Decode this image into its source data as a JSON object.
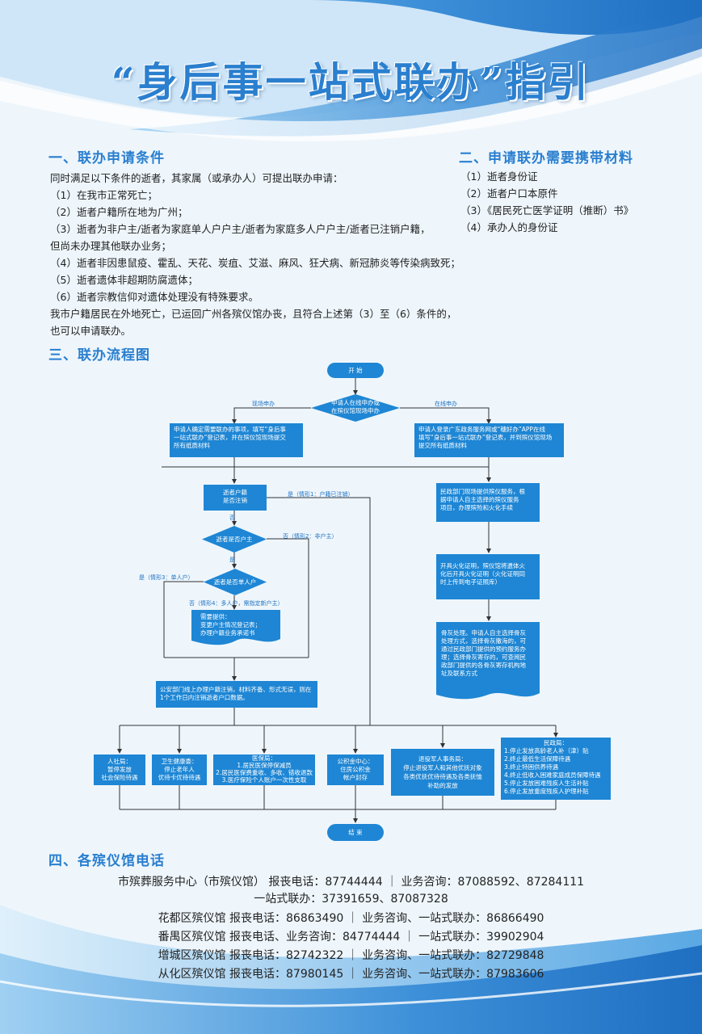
{
  "title": "“身后事一站式联办”指引",
  "colors": {
    "accent": "#2a7fcf",
    "node": "#1e86d4",
    "line": "#333333"
  },
  "sections": {
    "s1": {
      "heading": "一、联办申请条件",
      "lines": [
        "同时满足以下条件的逝者，其家属（或承办人）可提出联办申请：",
        "（1）在我市正常死亡；",
        "（2）逝者户籍所在地为广州；",
        "（3）逝者为非户主/逝者为家庭单人户户主/逝者为家庭多人户户主/逝者已注销户籍，",
        "但尚未办理其他联办业务；",
        "（4）逝者非因患鼠疫、霍乱、天花、炭疽、艾滋、麻风、狂犬病、新冠肺炎等传染病致死；",
        "（5）逝者遗体非超期防腐遗体；",
        "（6）逝者宗教信仰对遗体处理没有特殊要求。",
        "我市户籍居民在外地死亡，已运回广州各殡仪馆办丧，且符合上述第（3）至（6）条件的，",
        "也可以申请联办。"
      ]
    },
    "s2": {
      "heading": "二、申请联办需要携带材料",
      "lines": [
        "（1）逝者身份证",
        "（2）逝者户口本原件",
        "（3）《居民死亡医学证明（推断）书》",
        "（4）承办人的身份证"
      ]
    },
    "s3": {
      "heading": "三、联办流程图"
    },
    "s4": {
      "heading": "四、各殡仪馆电话",
      "phones": [
        "市殡葬服务中心（市殡仪馆） 报丧电话：87744444 ｜ 业务咨询：87088592、87284111",
        "一站式联办：37391659、87087328",
        "花都区殡仪馆 报丧电话：86863490 ｜ 业务咨询、一站式联办：86866490",
        "番禺区殡仪馆 报丧电话、业务咨询：84774444 ｜ 一站式联办：39902904",
        "增城区殡仪馆 报丧电话：82742322 ｜ 业务咨询、一站式联办：82729848",
        "从化区殡仪馆 报丧电话：87980145 ｜ 业务咨询、一站式联办：87983606"
      ]
    }
  },
  "flow": {
    "start": "开 始",
    "end": "结 束",
    "decision_apply": [
      "申请人在线申办或",
      "在殡仪馆现场申办"
    ],
    "label_onsite": "现场申办",
    "label_online": "在线申办",
    "onsite_box": [
      "申请人确定需要联办的事项，填写“身后事",
      "一站式联办”登记表，并在殡仪馆现场提交",
      "所有纸质材料"
    ],
    "online_box": [
      "申请人登录广东政务服务网或“穗好办”APP在线",
      "填写“身后事一站式联办”登记表，并到殡仪馆现场",
      "提交所有纸质材料"
    ],
    "check_household": [
      "逝者户籍",
      "是否注销"
    ],
    "label_yes1": "是（情形1：户籍已注销）",
    "label_no": "否",
    "check_head": "逝者是否户主",
    "label_no2": "否（情形2：非户主）",
    "label_yes": "是",
    "check_single": "逝者是否单人户",
    "label_yes3": "是（情形3：单人户）",
    "label_no4": "否（情形4：多人户，需指定新户主）",
    "doc_box": [
      "需要提供：",
      "变更户主情况登记表；",
      "办理户籍业务承诺书"
    ],
    "police_box": [
      "公安部门线上办理户籍注销，材料齐备、形式无误，则在",
      "1个工作日内注销逝者户口数据。"
    ],
    "civil_box": [
      "民政部门现场提供殡仪服务，根",
      "据申请人自主选择的殡仪服务",
      "项目，办理殡殓和火化手续"
    ],
    "cremation_box": [
      "开具火化证明，殡仪馆将遗体火",
      "化后开具火化证明（火化证明同",
      "时上传到电子证照库）"
    ],
    "ash_box": [
      "骨灰处理。申请人自主选择骨灰",
      "处理方式，选择骨灰撒海的，可",
      "通过民政部门提供的预约服务办",
      "理；选择骨灰寄存的，可查阅民",
      "政部门提供的各骨灰寄存机构地",
      "址及联系方式"
    ],
    "dept_hr": [
      "人社局：",
      "暂停发放",
      "社会保险待遇"
    ],
    "dept_health": [
      "卫生健康委：",
      "停止老年人",
      "优待卡优待待遇"
    ],
    "dept_medical": [
      "医保局：",
      "1.居民医保停保减员",
      "2.居民医保费重收、多收、错收退款",
      "3.医疗保险个人账户一次性支取"
    ],
    "dept_fund": [
      "公积金中心：",
      "住房公积金",
      "帐户封存"
    ],
    "dept_veteran": [
      "退役军人事务局：",
      "停止退役军人和其他优抚对象",
      "各类优抚优待待遇及各类抚恤",
      "补助的发放"
    ],
    "dept_civil": [
      "民政局：",
      "1.停止发放高龄老人补（津）贴",
      "2.终止最低生活保障待遇",
      "3.终止特困供养待遇",
      "4.终止低收入困难家庭成员保障待遇",
      "5.停止发放困难残疾人生活补贴",
      "6.停止发放重度残疾人护理补贴"
    ]
  }
}
